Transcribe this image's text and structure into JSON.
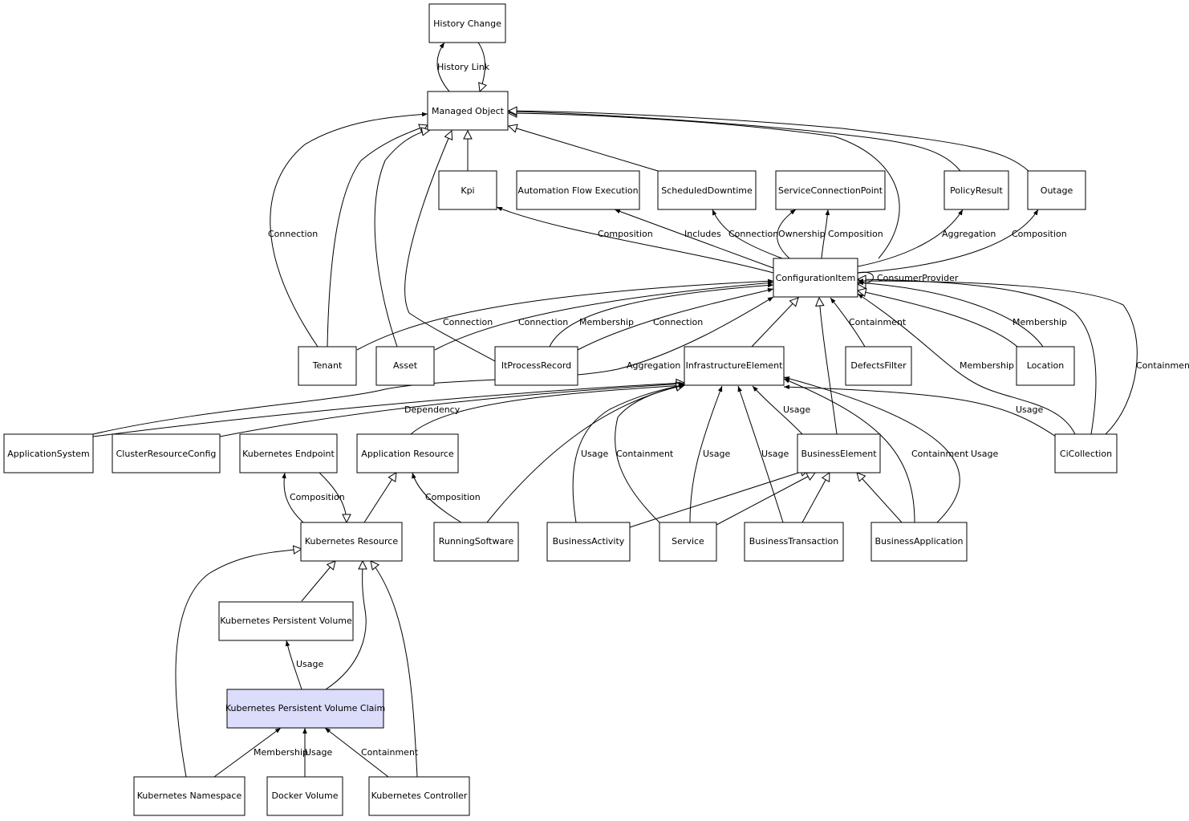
{
  "nodes": {
    "history_change": "History Change",
    "managed_object": "Managed Object",
    "kpi": "Kpi",
    "automation_flow_execution": "Automation Flow Execution",
    "scheduled_downtime": "ScheduledDowntime",
    "service_connection_point": "ServiceConnectionPoint",
    "policy_result": "PolicyResult",
    "outage": "Outage",
    "configuration_item": "ConfigurationItem",
    "tenant": "Tenant",
    "asset": "Asset",
    "it_process_record": "ItProcessRecord",
    "infrastructure_element": "InfrastructureElement",
    "defects_filter": "DefectsFilter",
    "location": "Location",
    "application_system": "ApplicationSystem",
    "cluster_resource_config": "ClusterResourceConfig",
    "kubernetes_endpoint": "Kubernetes Endpoint",
    "application_resource": "Application Resource",
    "business_element": "BusinessElement",
    "ci_collection": "CiCollection",
    "kubernetes_resource": "Kubernetes Resource",
    "running_software": "RunningSoftware",
    "business_activity": "BusinessActivity",
    "service": "Service",
    "business_transaction": "BusinessTransaction",
    "business_application": "BusinessApplication",
    "kubernetes_persistent_volume": "Kubernetes Persistent Volume",
    "kubernetes_persistent_volume_claim": "Kubernetes Persistent Volume Claim",
    "kubernetes_namespace": "Kubernetes Namespace",
    "docker_volume": "Docker Volume",
    "kubernetes_controller": "Kubernetes Controller"
  },
  "edge_labels": {
    "history_link": "History Link",
    "connection_tenant_mo": "Connection",
    "composition_kpi": "Composition",
    "includes": "Includes",
    "connection_sd": "Connection",
    "ownership": "Ownership",
    "composition_scp": "Composition",
    "aggregation_policy": "Aggregation",
    "composition_outage": "Composition",
    "consumer_provider": "ConsumerProvider",
    "connection_tenant_ci": "Connection",
    "connection_asset_ci": "Connection",
    "membership_itpr": "Membership",
    "connection_itpr": "Connection",
    "containment_defects": "Containment",
    "membership_location": "Membership",
    "membership_cicoll": "Membership",
    "containment_cicoll": "Containment",
    "aggregation_appsys": "Aggregation",
    "dependency": "Dependency",
    "usage_be_ie": "Usage",
    "usage_cicoll_ie": "Usage",
    "usage_ba_ie": "Usage",
    "containment_service_ie": "Containment",
    "usage_service_ie": "Usage",
    "usage_bt_ie": "Usage",
    "containment_bapp_ie": "Containment",
    "usage_bapp_ie": "Usage",
    "composition_k8s_endpoint": "Composition",
    "composition_app_resource": "Composition",
    "usage_pvc_pv": "Usage",
    "membership_ns_pvc": "Membership",
    "usage_docker_pvc": "Usage",
    "containment_ctrl_pvc": "Containment"
  }
}
